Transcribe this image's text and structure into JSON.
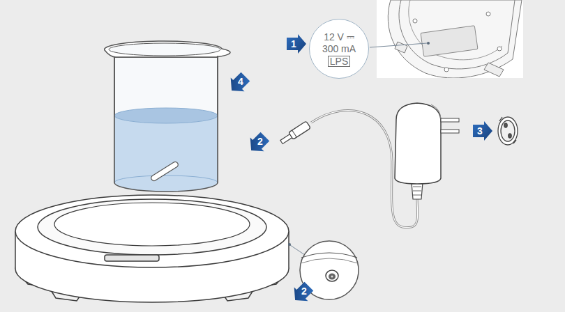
{
  "diagram": {
    "nodes": [
      {
        "text": [
          "12 V ⎓",
          "300 mA",
          "LPS"
        ]
      }
    ],
    "labels": [
      "1",
      "2",
      "2",
      "3",
      "4"
    ]
  }
}
